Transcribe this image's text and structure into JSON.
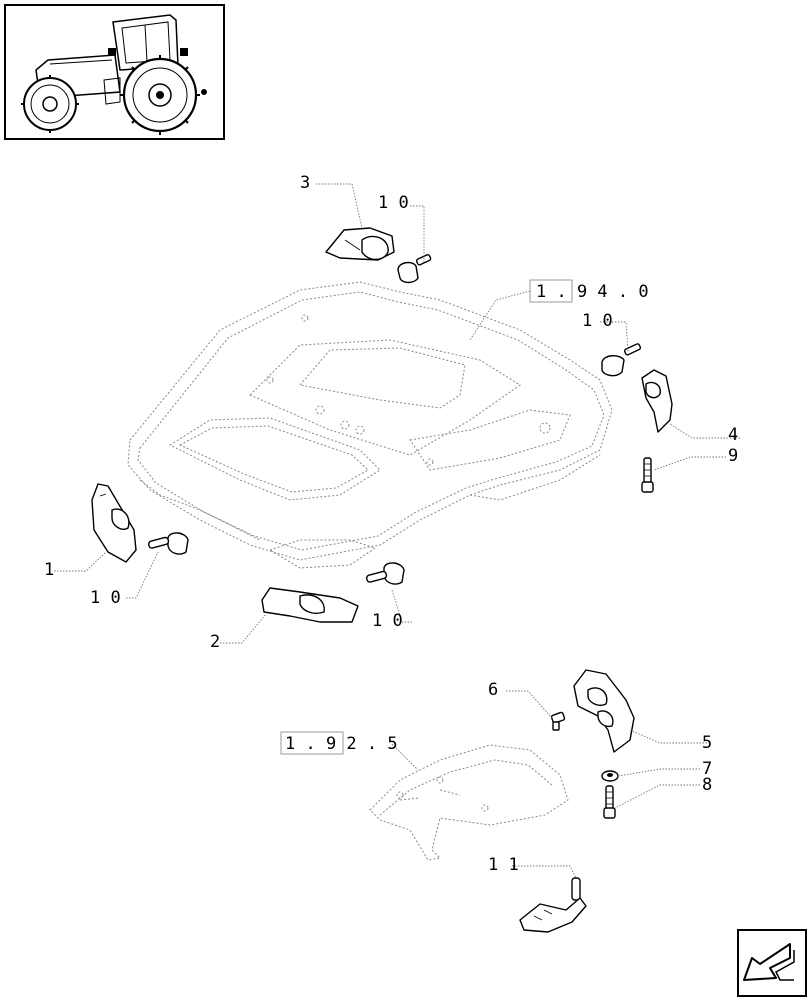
{
  "labels": {
    "p1": "1",
    "p2": "2",
    "p3": "3",
    "p4": "4",
    "p5": "5",
    "p6": "6",
    "p7": "7",
    "p8": "8",
    "p9": "9",
    "p10a": "1 0",
    "p10b": "1 0",
    "p10c": "1 0",
    "p10d": "1 0",
    "p11": "1 1"
  },
  "references": {
    "ref_roof": "1 . 9 4 . 0",
    "ref_shield": "1 . 9 2 . 5"
  },
  "icons": {
    "thumbnail": "tractor-thumbnail-icon",
    "nav": "previous-page-arrow-icon"
  }
}
